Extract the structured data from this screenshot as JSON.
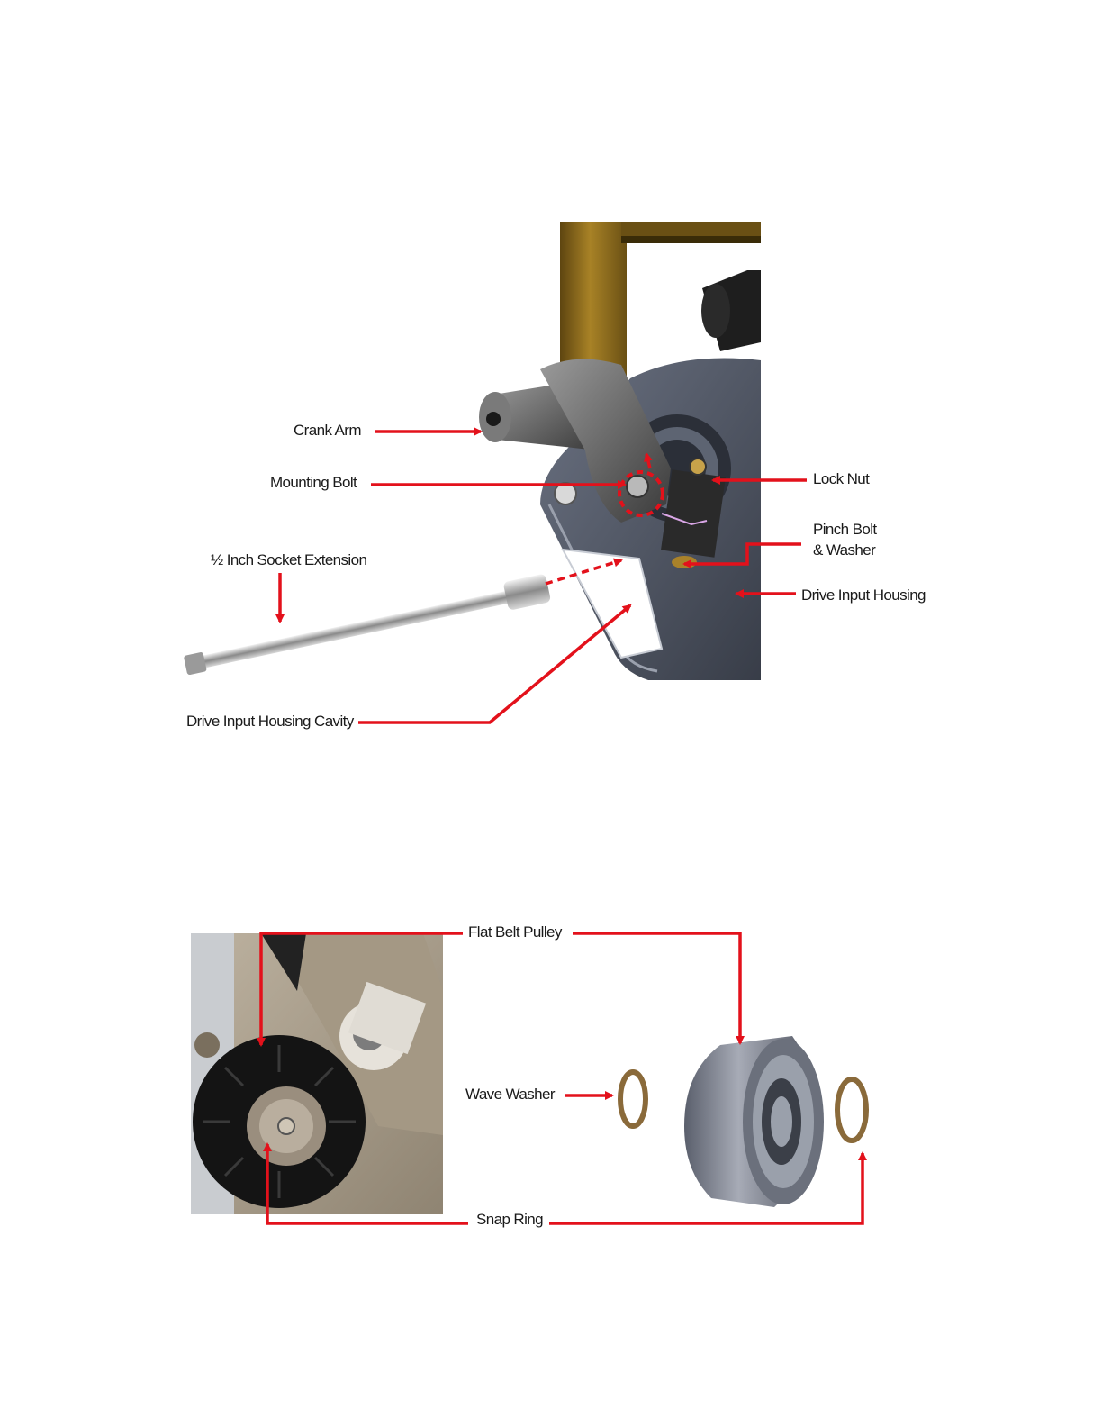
{
  "figure_top": {
    "callouts": {
      "crank_arm": "Crank Arm",
      "mounting_bolt": "Mounting Bolt",
      "socket_extension": "½ Inch Socket Extension",
      "housing_cavity": "Drive Input Housing Cavity",
      "lock_nut": "Lock Nut",
      "pinch_bolt_line1": "Pinch Bolt",
      "pinch_bolt_line2": "& Washer",
      "drive_input_housing": "Drive Input Housing"
    }
  },
  "figure_bottom": {
    "callouts": {
      "flat_belt_pulley": "Flat Belt Pulley",
      "wave_washer": "Wave Washer",
      "snap_ring": "Snap Ring"
    }
  },
  "colors": {
    "callout_red": "#e3111b",
    "frame_gold": "#8a6a1c",
    "housing_dark": "#4a5160",
    "pulley_black": "#141414",
    "ring_bronze": "#8a6a3a"
  }
}
